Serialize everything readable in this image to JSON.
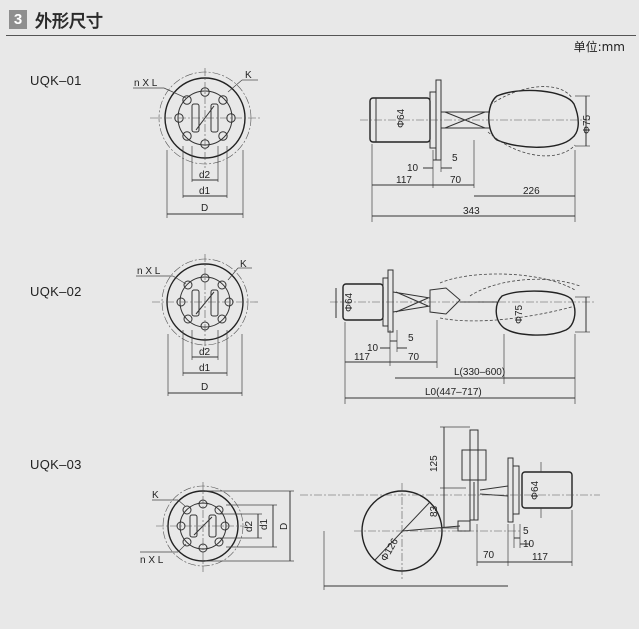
{
  "header": {
    "section_number": "3",
    "title": "外形尺寸",
    "unit": "单位:mm"
  },
  "models": [
    {
      "name": "UQK–01",
      "flange": {
        "bolt_label": "n X L",
        "k_label": "K",
        "d2": "d2",
        "d1": "d1",
        "d": "D"
      },
      "side": {
        "phi64": "Φ64",
        "phi75": "Φ75",
        "d10": "10",
        "d5": "5",
        "d117": "117",
        "d70": "70",
        "d226": "226",
        "d343": "343"
      }
    },
    {
      "name": "UQK–02",
      "flange": {
        "bolt_label": "n X L",
        "k_label": "K",
        "d2": "d2",
        "d1": "d1",
        "d": "D"
      },
      "side": {
        "phi64": "Φ64",
        "phi75": "Φ75",
        "d10": "10",
        "d5": "5",
        "d117": "117",
        "d70": "70",
        "l": "L(330–600)",
        "l0": "L0(447–717)"
      }
    },
    {
      "name": "UQK–03",
      "flange": {
        "bolt_label": "n X L",
        "k_label": "K",
        "d2": "d2",
        "d1": "d1",
        "d": "D"
      },
      "side": {
        "d125": "125",
        "d83": "83",
        "phi126": "Φ126",
        "phi64": "Φ64",
        "d5": "5",
        "d10": "10",
        "d70": "70",
        "d117": "117"
      }
    }
  ]
}
